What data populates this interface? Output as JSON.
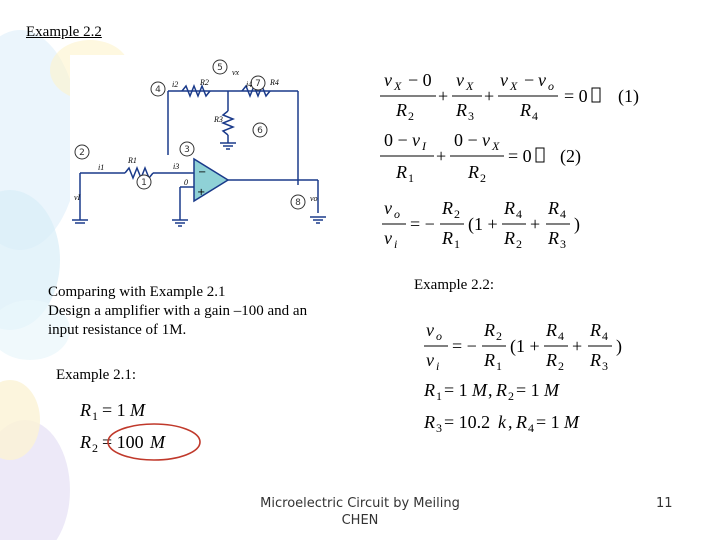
{
  "slide": {
    "title": "Example 2.2",
    "comparing_line1": "Comparing with Example 2.1",
    "comparing_line2": "Design a amplifier with a gain –100 and an",
    "comparing_line3": "input resistance of 1M.",
    "example22_label": "Example 2.2:",
    "example21_label": "Example 2.1:",
    "footer_line1": "Microelectric Circuit by Meiling",
    "footer_line2": "CHEN",
    "page_number": "11"
  },
  "circuit": {
    "node_labels": [
      "1",
      "2",
      "3",
      "4",
      "5",
      "6",
      "7",
      "8"
    ],
    "component_labels": [
      "R2",
      "R3",
      "R4",
      "R1",
      "i1",
      "i2",
      "i3",
      "i4",
      "vI",
      "vo",
      "vx",
      "0"
    ]
  },
  "equations": {
    "eq1_number": "(1)",
    "eq2_number": "(2)"
  },
  "colors": {
    "circuit_wire": "#1a3a8a",
    "opamp_fill": "#8fd1d6",
    "node_label": "#333333",
    "highlight_circle": "#c0392b"
  }
}
